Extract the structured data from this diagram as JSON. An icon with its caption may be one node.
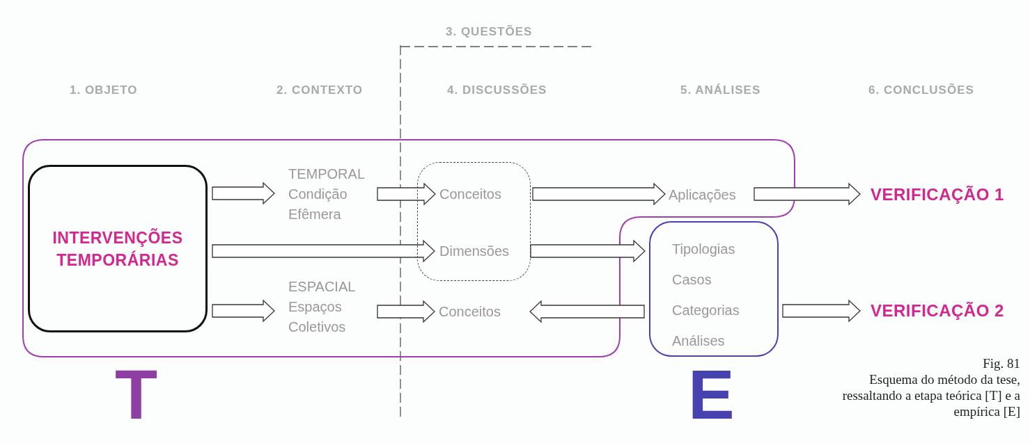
{
  "diagram": {
    "caption": "Esquema do método da tese, ressaltando a etapa teórica [T] e a empírica [E]",
    "nodes": [
      {
        "text": [
          "INTERVENÇÕES TEMPORÁRIAS"
        ]
      },
      {
        "text": [
          "TEMPORAL",
          "Condição Efêmera"
        ]
      },
      {
        "text": [
          "ESPACIAL",
          "Espaços Coletivos"
        ]
      },
      {
        "text": [],
        "shape": "box"
      },
      {
        "text": [
          "Conceitos"
        ],
        "in": 3
      },
      {
        "text": [
          "Dimensões"
        ],
        "in": 3
      },
      {
        "text": [
          "Conceitos"
        ]
      },
      {
        "text": [
          "Aplicações"
        ]
      },
      {
        "text": [
          "Tipologias",
          "Casos",
          "Categorias",
          "Análises"
        ]
      },
      {
        "text": [
          "VERIFICAÇÃO 1"
        ]
      },
      {
        "text": [
          "VERIFICAÇÃO 2"
        ]
      }
    ],
    "edges": [
      {
        "from": 0,
        "to": 1,
        "arrow": "to"
      },
      {
        "from": 1,
        "to": 4,
        "arrow": "to"
      },
      {
        "from": 0,
        "to": 5,
        "arrow": "to"
      },
      {
        "from": 0,
        "to": 2,
        "arrow": "to"
      },
      {
        "from": 2,
        "to": 6,
        "arrow": "to"
      },
      {
        "from": 4,
        "to": 7,
        "arrow": "to"
      },
      {
        "from": 5,
        "to": 8,
        "arrow": "to"
      },
      {
        "from": 8,
        "to": 6,
        "arrow": "to"
      },
      {
        "from": 7,
        "to": 9,
        "arrow": "to"
      },
      {
        "from": 8,
        "to": 10,
        "arrow": "to"
      }
    ],
    "labels": [
      "3. QUESTÕES",
      "1. OBJETO",
      "2. CONTEXTO",
      "4. DISCUSSÕES",
      "5. ANÁLISES",
      "6. CONCLUSÕES",
      "T",
      "E",
      "Fig. 81"
    ]
  }
}
